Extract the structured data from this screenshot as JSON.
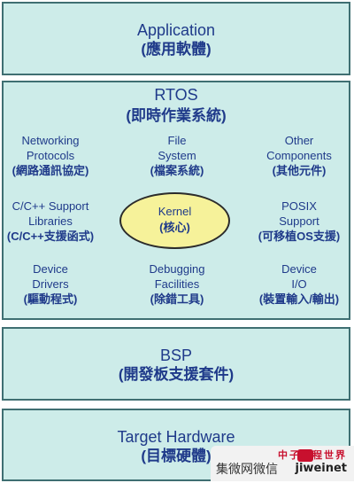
{
  "layers": {
    "application": {
      "title": "Application",
      "subtitle": "(應用軟體)"
    },
    "rtos": {
      "title": "RTOS",
      "subtitle": "(即時作業系統)"
    },
    "bsp": {
      "title": "BSP",
      "subtitle": "(開發板支援套件)"
    },
    "hardware": {
      "title": "Target Hardware",
      "subtitle": "(目標硬體)"
    }
  },
  "components": {
    "networking": {
      "line1": "Networking",
      "line2": "Protocols",
      "cn": "(網路通訊協定)"
    },
    "file_system": {
      "line1": "File",
      "line2": "System",
      "cn": "(檔案系統)"
    },
    "other": {
      "line1": "Other",
      "line2": "Components",
      "cn": "(其他元件)"
    },
    "cpp_support": {
      "line1": "C/C++ Support",
      "line2": "Libraries",
      "cn": "(C/C++支援函式)"
    },
    "posix": {
      "line1": "POSIX",
      "line2": "Support",
      "cn": "(可移植OS支援)"
    },
    "device_drivers": {
      "line1": "Device",
      "line2": "Drivers",
      "cn": "(驅動程式)"
    },
    "debugging": {
      "line1": "Debugging",
      "line2": "Facilities",
      "cn": "(除錯工具)"
    },
    "device_io": {
      "line1": "Device",
      "line2": "I/O",
      "cn": "(裝置輸入/輸出)"
    }
  },
  "kernel": {
    "title": "Kernel",
    "subtitle": "(核心)"
  },
  "watermark": {
    "top": "中子工程世界",
    "main": "集微网微信",
    "domain": "jiweinet"
  },
  "colors": {
    "layer_fill": "#cdece9",
    "layer_border": "#3f6f72",
    "text": "#1f3a8a",
    "kernel_fill": "#f6f29a"
  }
}
